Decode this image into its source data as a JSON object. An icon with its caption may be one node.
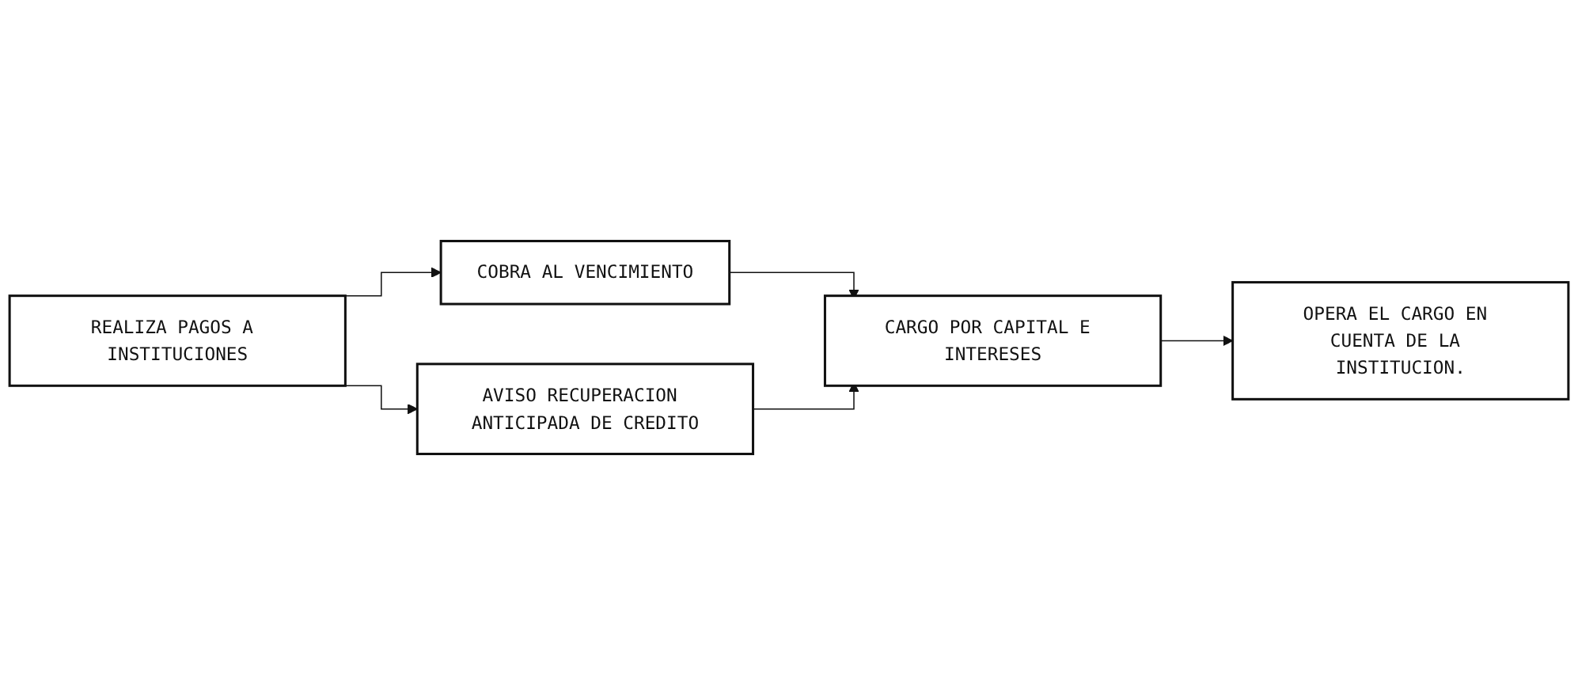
{
  "diagram": {
    "nodes": [
      {
        "text": [
          "REALIZA PAGOS A INSTITUCIONES"
        ]
      },
      {
        "text": [
          "COBRA AL VENCIMIENTO"
        ]
      },
      {
        "text": [
          "AVISO RECUPERACION ANTICIPADA DE CREDITO"
        ]
      },
      {
        "text": [
          "CARGO POR CAPITAL E INTERESES"
        ]
      },
      {
        "text": [
          "OPERA EL CARGO EN CUENTA DE LA INSTITUCION."
        ]
      }
    ],
    "edges": [
      {
        "from": 0,
        "to": 1,
        "arrow": "to"
      },
      {
        "from": 0,
        "to": 2,
        "arrow": "to"
      },
      {
        "from": 1,
        "to": 3,
        "arrow": "to"
      },
      {
        "from": 2,
        "to": 3,
        "arrow": "to"
      },
      {
        "from": 3,
        "to": 4,
        "arrow": "to"
      }
    ]
  }
}
